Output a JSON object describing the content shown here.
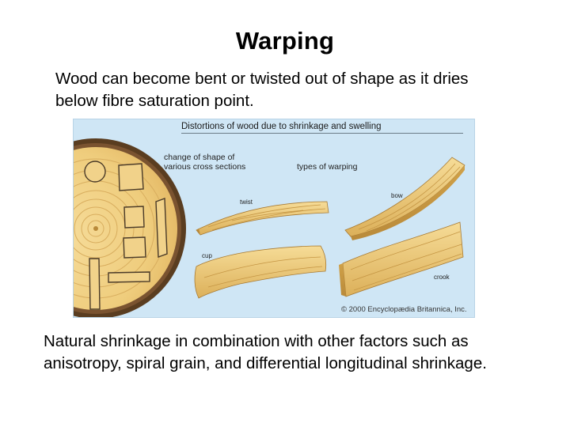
{
  "slide": {
    "title": "Warping",
    "intro": "Wood can become bent or twisted out of shape as it dries below fibre saturation point.",
    "conclusion": "Natural shrinkage in combination with other factors such as anisotropy, spiral grain, and differential longitudinal shrinkage."
  },
  "figure": {
    "title": "Distortions of wood due to shrinkage and swelling",
    "cross_section_label": "change of shape of various cross sections",
    "warping_label": "types of warping",
    "warp_types": {
      "twist": "twist",
      "bow": "bow",
      "cup": "cup",
      "crook": "crook"
    },
    "copyright": "© 2000 Encyclopædia Britannica, Inc.",
    "colors": {
      "background": "#cfe6f5",
      "wood_light": "#f3d58c",
      "wood_mid": "#e2b85c",
      "grain": "#b98a3a",
      "bark": "#5a3d20"
    }
  }
}
